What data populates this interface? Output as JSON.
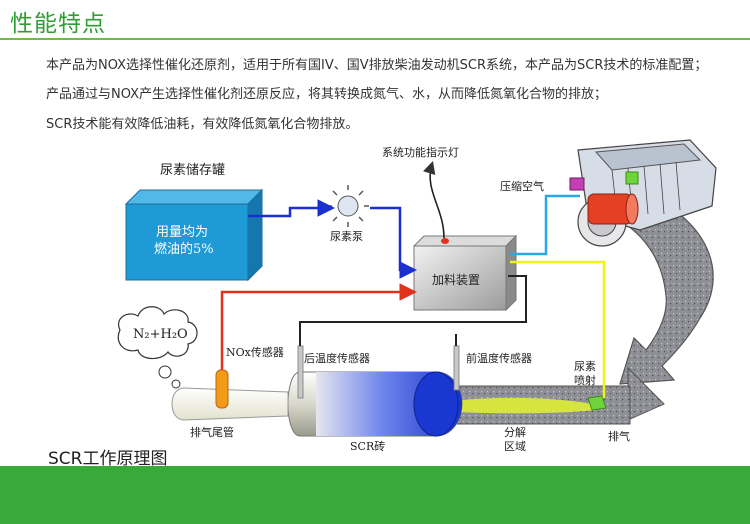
{
  "header": {
    "title": "性能特点"
  },
  "paragraphs": [
    "本产品为NOX选择性催化还原剂，适用于所有国IV、国V排放柴油发动机SCR系统，本产品为SCR技术的标准配置；",
    "产品通过与NOX产生选择性催化剂还原反应，将其转换成氮气、水，从而降低氮氧化合物的排放；",
    "SCR技术能有效降低油耗，有效降低氮氧化合物排放。"
  ],
  "diagram": {
    "caption": "SCR工作原理图",
    "labels": {
      "tank": "尿素储存罐",
      "tank_line1": "用量均为",
      "tank_line2": "燃油的5%",
      "pump": "尿素泵",
      "indicator": "系统功能指示灯",
      "air": "压缩空气",
      "dosing": "加料装置",
      "n2h2o": "N₂+H₂O",
      "nox_sensor": "NOx传感器",
      "rear_temp": "后温度传感器",
      "front_temp": "前温度传感器",
      "urea_inj_1": "尿素",
      "urea_inj_2": "喷射",
      "tailpipe": "排气尾管",
      "scr": "SCR砖",
      "decomp_1": "分解",
      "decomp_2": "区域",
      "exhaust": "排气"
    }
  },
  "colors": {
    "accent": "#3aa93c",
    "tank": "#1e9ad6",
    "blue_line": "#1b2fd0",
    "red_line": "#e2321e",
    "yellow_line": "#f2f21a",
    "cyan_line": "#27a7e7"
  }
}
